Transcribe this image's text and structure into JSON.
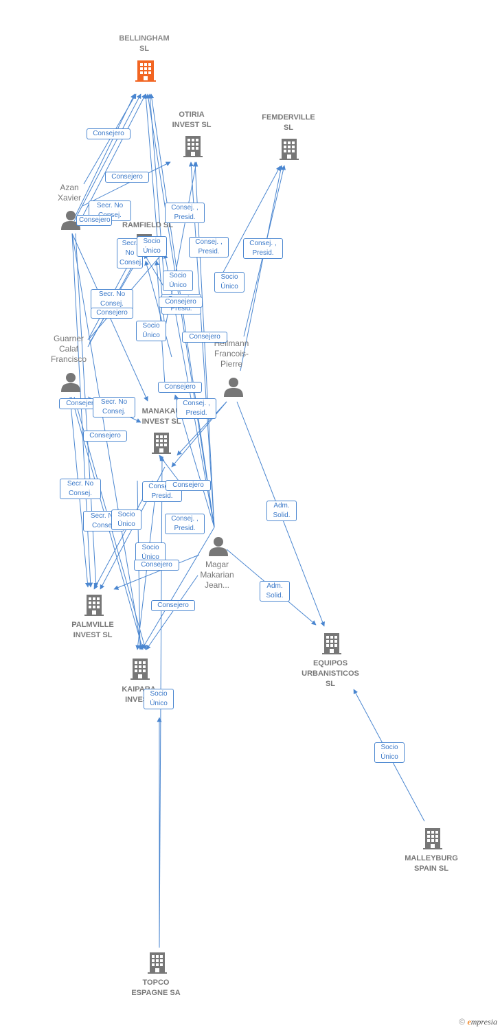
{
  "nodes": {
    "bellingham": {
      "label": "BELLINGHAM\nSL"
    },
    "otiria": {
      "label": "OTIRIA\nINVEST  SL"
    },
    "femderville": {
      "label": "FEMDERVILLE\nSL"
    },
    "ramfield": {
      "label": "RAMFIELD  SL"
    },
    "manakau": {
      "label": "MANAKAU\nINVEST  SL"
    },
    "palmville": {
      "label": "PALMVILLE\nINVEST  SL"
    },
    "kaipara": {
      "label": "KAIPARA\nINVEST"
    },
    "equipos": {
      "label": "EQUIPOS\nURBANISTICOS\nSL"
    },
    "malleyburg": {
      "label": "MALLEYBURG\nSPAIN  SL"
    },
    "topco": {
      "label": "TOPCO\nESPAGNE SA"
    },
    "azan": {
      "label": "Azan\nXavier"
    },
    "guarner": {
      "label": "Guarner\nCalaf\nFrancisco"
    },
    "hellmann": {
      "label": "Hellmann\nFrancois-\nPierre"
    },
    "magar": {
      "label": "Magar\nMakarian\nJean..."
    }
  },
  "relations": {
    "consejero": "Consejero",
    "secr_no_consej": "Secr.  No\nConsej.",
    "consej_presid": "Consej. ,\nPresid.",
    "socio_unico": "Socio\nÚnico",
    "adm_solid": "Adm.\nSolid."
  },
  "footer": {
    "copyright": "©",
    "brand_e": "e",
    "brand_rest": "mpresia"
  },
  "colors": {
    "edge": "#4a86d0",
    "main_company": "#f26522",
    "company": "#777777",
    "person": "#777777"
  }
}
